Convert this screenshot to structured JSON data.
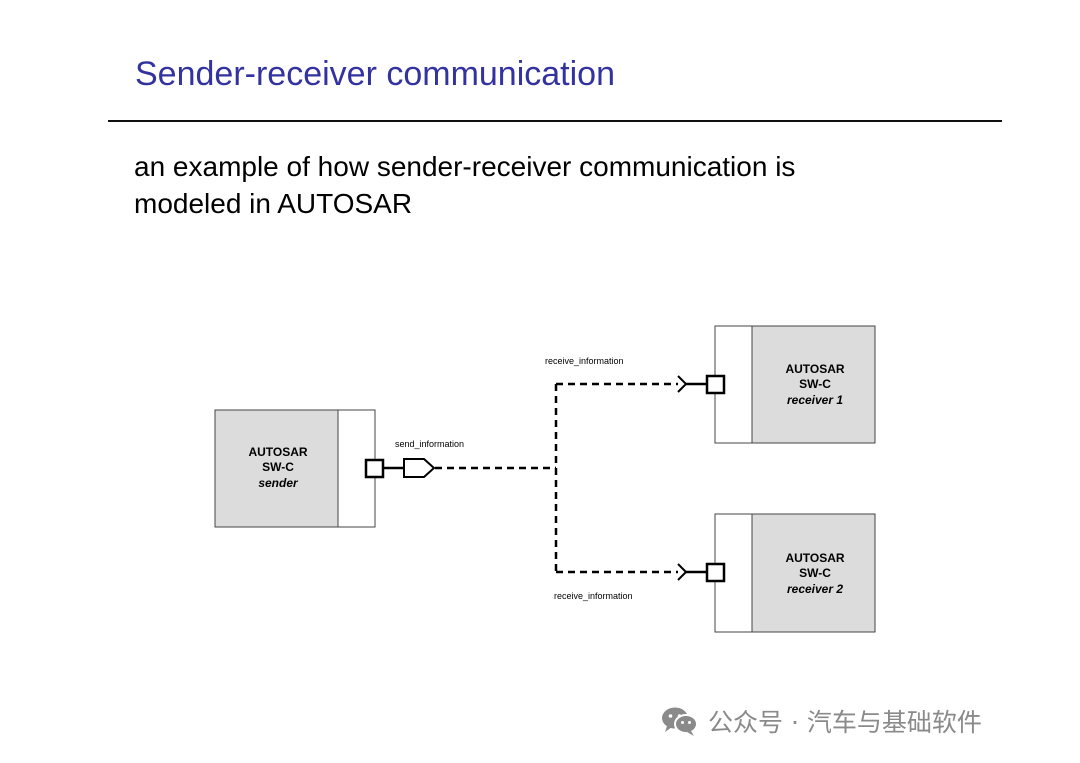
{
  "slide": {
    "title": "Sender-receiver communication",
    "subtitle": "an example of how sender-receiver communication is modeled in AUTOSAR"
  },
  "diagram": {
    "sender": {
      "line1": "AUTOSAR",
      "line2": "SW-C",
      "line3": "sender"
    },
    "receiver1": {
      "line1": "AUTOSAR",
      "line2": "SW-C",
      "line3": "receiver 1"
    },
    "receiver2": {
      "line1": "AUTOSAR",
      "line2": "SW-C",
      "line3": "receiver 2"
    },
    "labels": {
      "send": "send_information",
      "receive_top": "receive_information",
      "receive_bottom": "receive_information"
    }
  },
  "watermark": {
    "text": "公众号 · 汽车与基础软件",
    "icon": "wechat-icon",
    "color": "#8a8a8a"
  },
  "colors": {
    "title": "#3333a0",
    "component_fill": "#dcdcdc"
  }
}
